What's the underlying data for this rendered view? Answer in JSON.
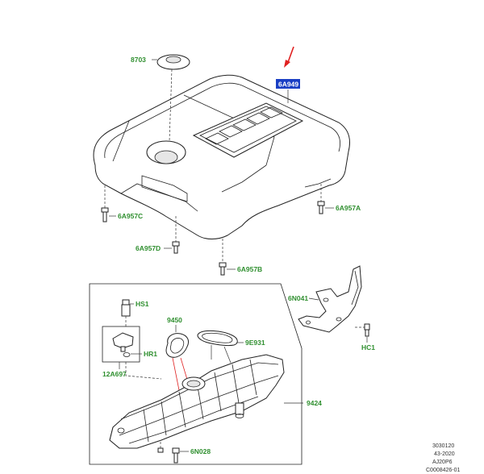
{
  "callouts": {
    "c8703": "8703",
    "c6a949": "6A949",
    "c6a957c": "6A957C",
    "c6a957a": "6A957A",
    "c6a957d": "6A957D",
    "c6a957b": "6A957B",
    "c6n041": "6N041",
    "chc1": "HC1",
    "chs1": "HS1",
    "chr1": "HR1",
    "c12a697": "12A697",
    "c9450": "9450",
    "c9e931": "9E931",
    "c9424": "9424",
    "c6n028": "6N028"
  },
  "codes": {
    "line1": "3030120",
    "line2": "43-2020",
    "line3": "AJ20P6",
    "line4": "C0008426-01"
  },
  "colors": {
    "label": "#2f8f2f",
    "highlight_bg": "#1a3fc4",
    "arrow": "#e02020"
  }
}
